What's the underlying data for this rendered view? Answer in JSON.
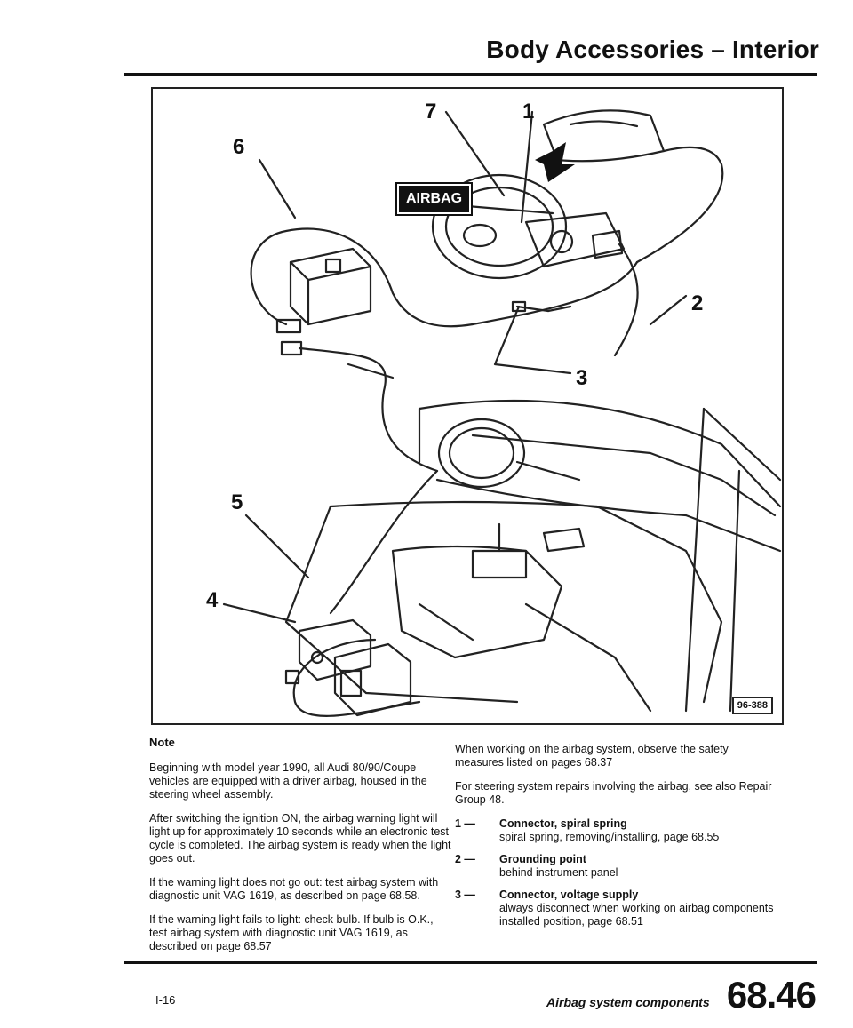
{
  "header": {
    "title": "Body Accessories – Interior"
  },
  "figure": {
    "labels": [
      "7",
      "1",
      "6",
      "2",
      "3",
      "5",
      "4"
    ],
    "airbag_tag": "AIRBAG",
    "ref": "96-388"
  },
  "note": {
    "heading": "Note",
    "paragraphs": [
      "Beginning with model year 1990, all Audi 80/90/Coupe vehicles are equipped with a driver airbag, housed in the steering wheel assembly.",
      "After switching the ignition ON, the airbag warning light will light up for approximately 10 seconds while an electronic test cycle is completed. The airbag system is ready when the light goes out.",
      "If the warning light does not go out: test airbag system with diagnostic unit VAG 1619, as described on page 68.58.",
      "If the warning light fails to light: check bulb. If bulb is O.K., test airbag system with diagnostic unit VAG 1619, as described on page 68.57"
    ]
  },
  "right": {
    "intro": [
      "When working on the airbag system, observe the safety measures listed on pages 68.37",
      "For steering system repairs involving the airbag, see also Repair Group 48."
    ],
    "items": [
      {
        "num": "1 —",
        "title": "Connector, spiral spring",
        "lines": [
          "spiral spring, removing/installing, page 68.55"
        ]
      },
      {
        "num": "2 —",
        "title": "Grounding point",
        "lines": [
          "behind instrument panel"
        ]
      },
      {
        "num": "3 —",
        "title": "Connector, voltage supply",
        "lines": [
          "always disconnect when working on airbag components",
          "installed position, page 68.51"
        ]
      }
    ]
  },
  "footer": {
    "page_code": "I-16",
    "section": "Airbag system components",
    "number": "68.46"
  }
}
